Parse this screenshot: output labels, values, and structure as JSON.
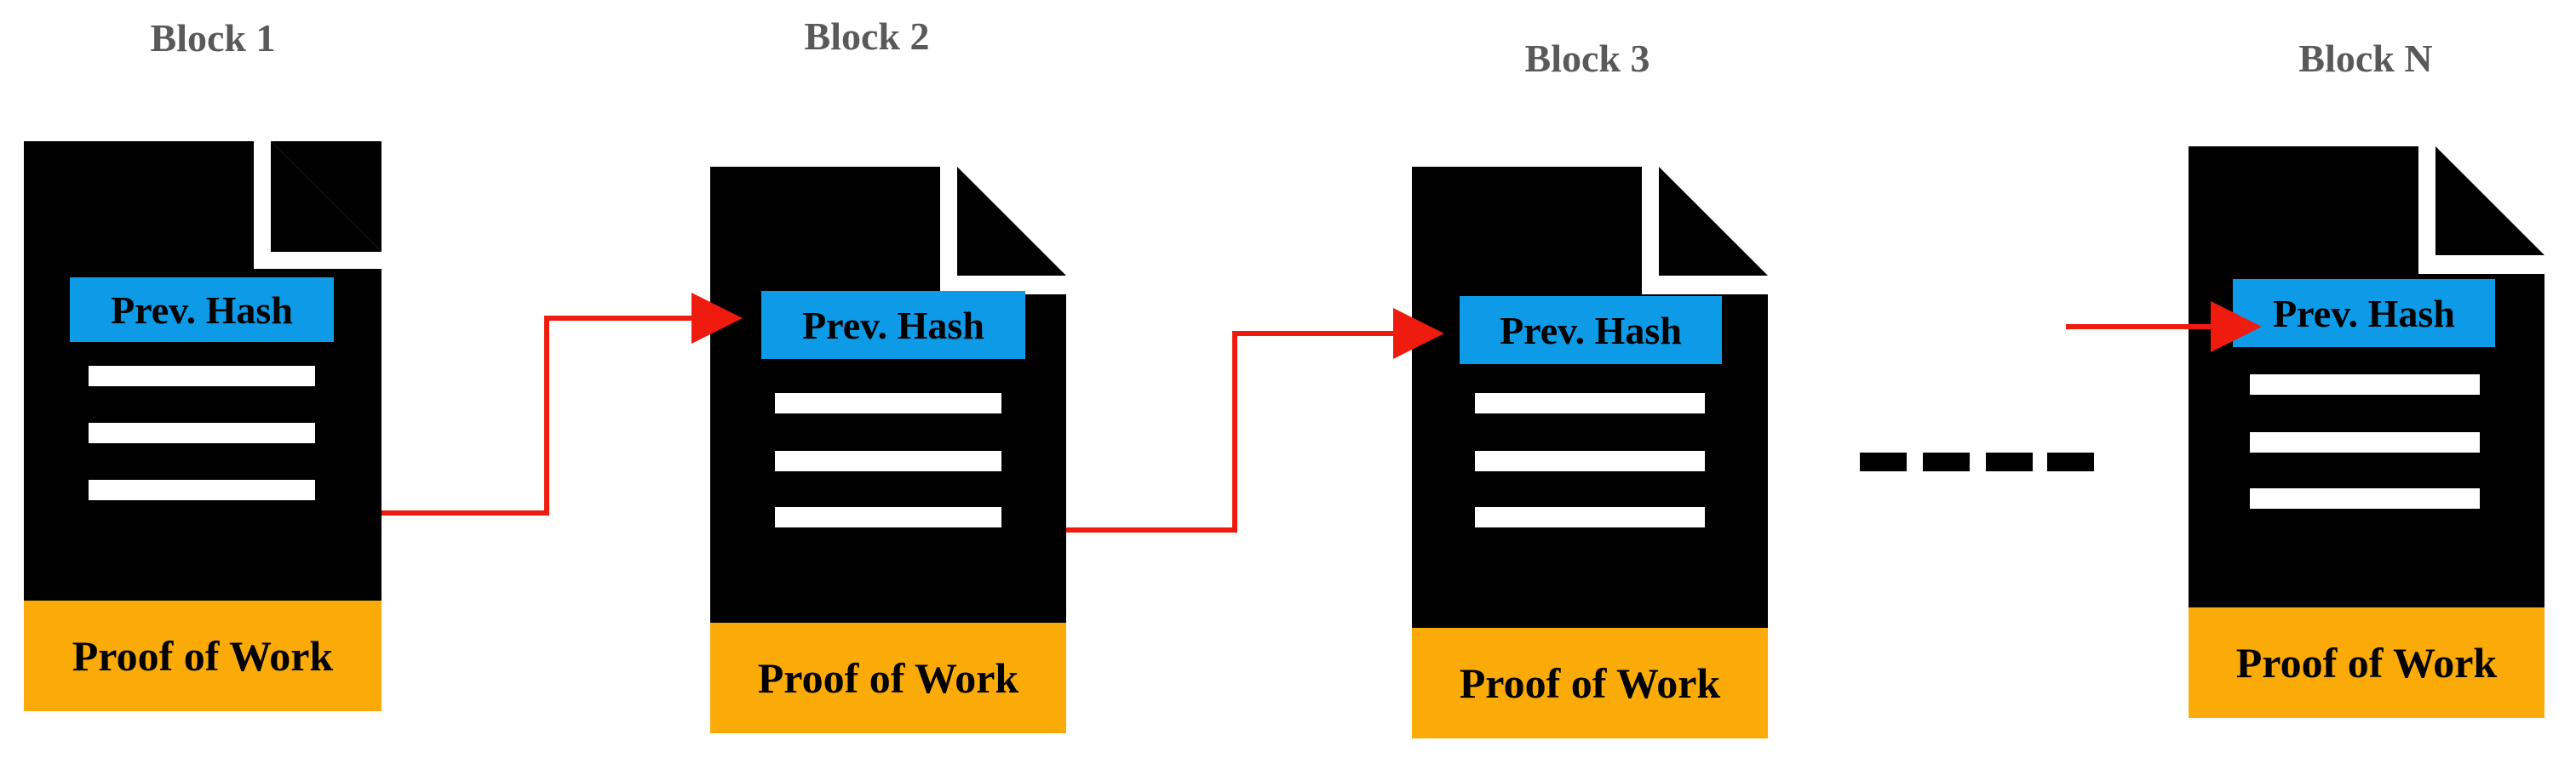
{
  "blocks": [
    {
      "title": "Block 1",
      "hash_label": "Prev. Hash",
      "footer_label": "Proof of Work"
    },
    {
      "title": "Block 2",
      "hash_label": "Prev. Hash",
      "footer_label": "Proof of Work"
    },
    {
      "title": "Block 3",
      "hash_label": "Prev. Hash",
      "footer_label": "Proof of Work"
    },
    {
      "title": "Block N",
      "hash_label": "Prev. Hash",
      "footer_label": "Proof of Work"
    }
  ],
  "colors": {
    "document": "#000000",
    "hash_box": "#0d9ae6",
    "footer_box": "#fbab07",
    "arrow": "#ee1b0e",
    "title_text": "#595959"
  }
}
